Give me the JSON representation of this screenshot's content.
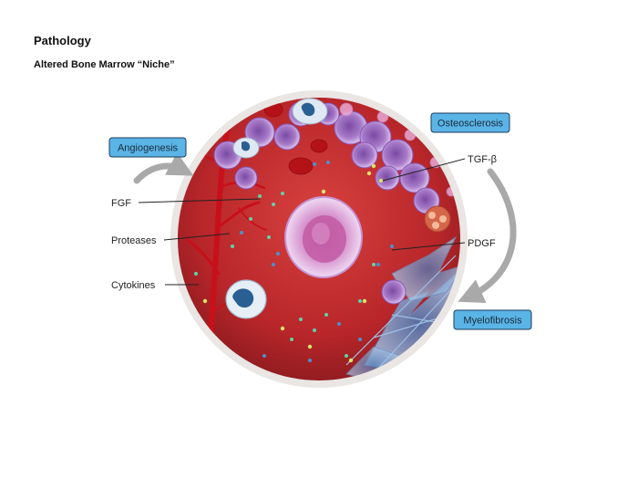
{
  "title": "Pathology",
  "subtitle": "Altered Bone Marrow “Niche”",
  "processes": {
    "angiogenesis": "Angiogenesis",
    "osteosclerosis": "Osteosclerosis",
    "myelofibrosis": "Myelofibrosis"
  },
  "factors": {
    "fgf": "FGF",
    "proteases": "Proteases",
    "cytokines": "Cytokines",
    "tgf_beta": "TGF-β",
    "pdgf": "PDGF"
  },
  "colors": {
    "marrow": "#c0272d",
    "vessel": "#c8101a",
    "label_box": "#5ab4e6",
    "arrow": "#a9a9a9",
    "fibrosis": "#8fb6dc",
    "cell_purple": "#b27ad0"
  }
}
